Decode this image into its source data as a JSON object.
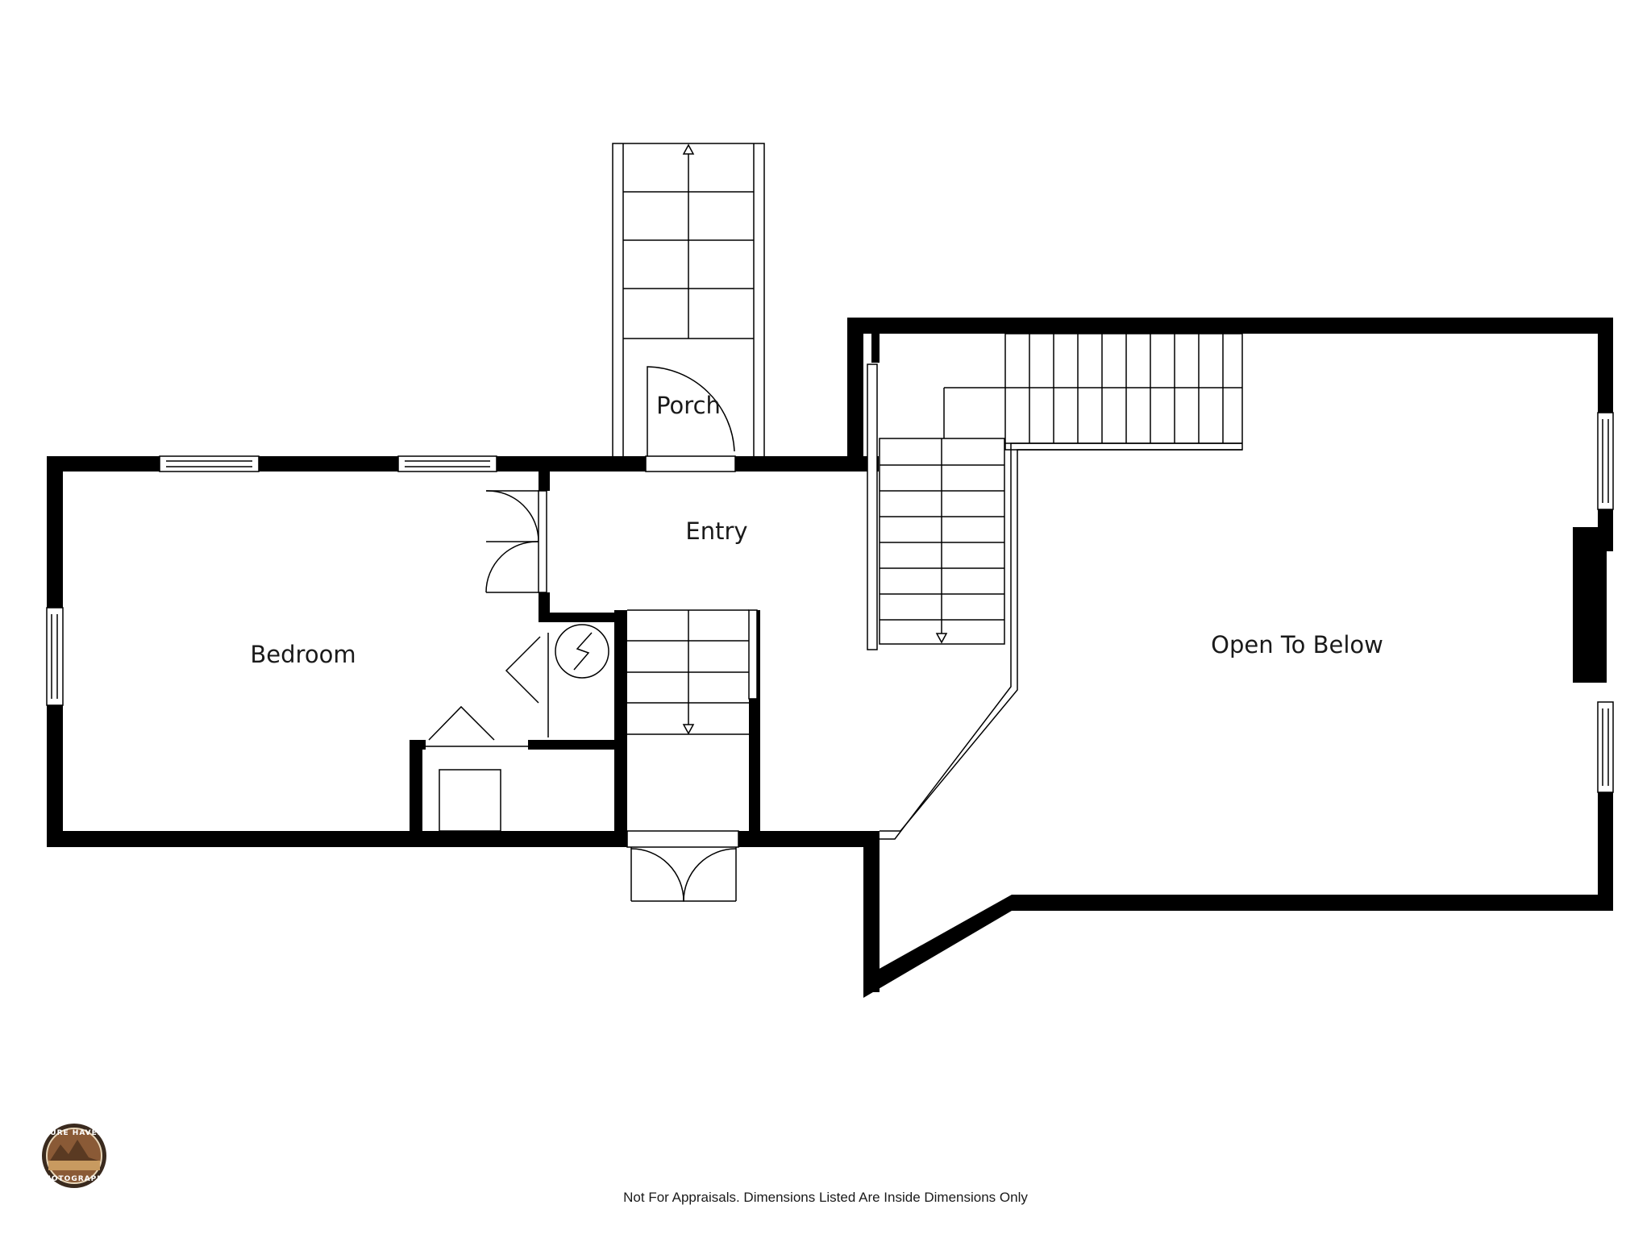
{
  "floorplan": {
    "rooms": {
      "porch": "Porch",
      "entry": "Entry",
      "bedroom": "Bedroom",
      "open_to_below": "Open To Below"
    },
    "disclaimer": "Not For Appraisals. Dimensions Listed Are Inside Dimensions Only",
    "logo": {
      "top_text": "PURE HAVEN",
      "bottom_text": "PHOTOGRAPHY"
    },
    "colors": {
      "wall": "#000000",
      "line": "#000000",
      "background": "#ffffff"
    }
  }
}
